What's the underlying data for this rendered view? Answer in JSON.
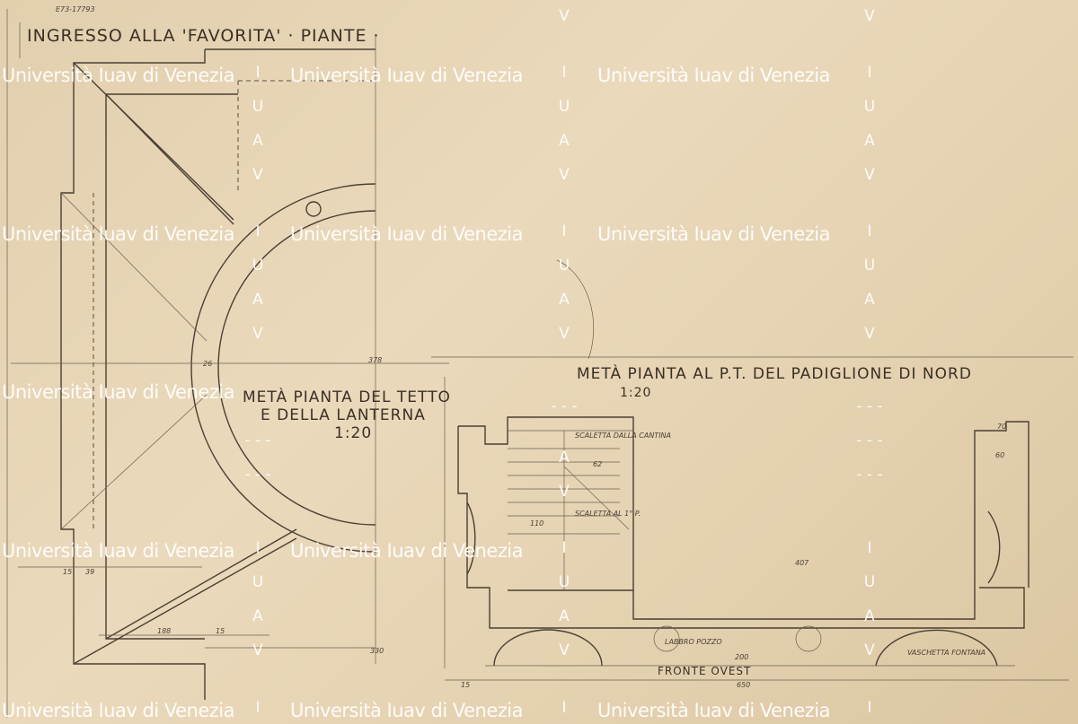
{
  "drawing": {
    "catalog_mark": "E73-17793",
    "title": "INGRESSO ALLA 'FAVORITA' · PIANTE ·",
    "roof_plan": {
      "title_1": "METÀ PIANTA DEL TETTO",
      "title_2": "E DELLA LANTERNA",
      "scale": "1:20"
    },
    "ground_plan": {
      "title": "METÀ PIANTA AL P.T. DEL PADIGLIONE DI NORD",
      "scale": "1:20"
    },
    "elevation_label": "FRONTE OVEST",
    "notes": [
      "SCALETTA DALLA CANTINA",
      "SCALETTA AL 1° P.",
      "VASCHETTA FONTANA",
      "LABBRO POZZO"
    ],
    "dimensions": {
      "d378": "378",
      "d26": "26",
      "d15a": "15",
      "d39": "39",
      "d188": "188",
      "d15b": "15",
      "d330": "330",
      "d407": "407",
      "d650": "650",
      "d70": "70",
      "d60": "60",
      "d62": "62",
      "d110": "110",
      "d200": "200",
      "d15c": "15"
    }
  },
  "watermark": {
    "text": "Università Iuav di Venezia",
    "letters": [
      "I",
      "U",
      "A",
      "V"
    ]
  }
}
